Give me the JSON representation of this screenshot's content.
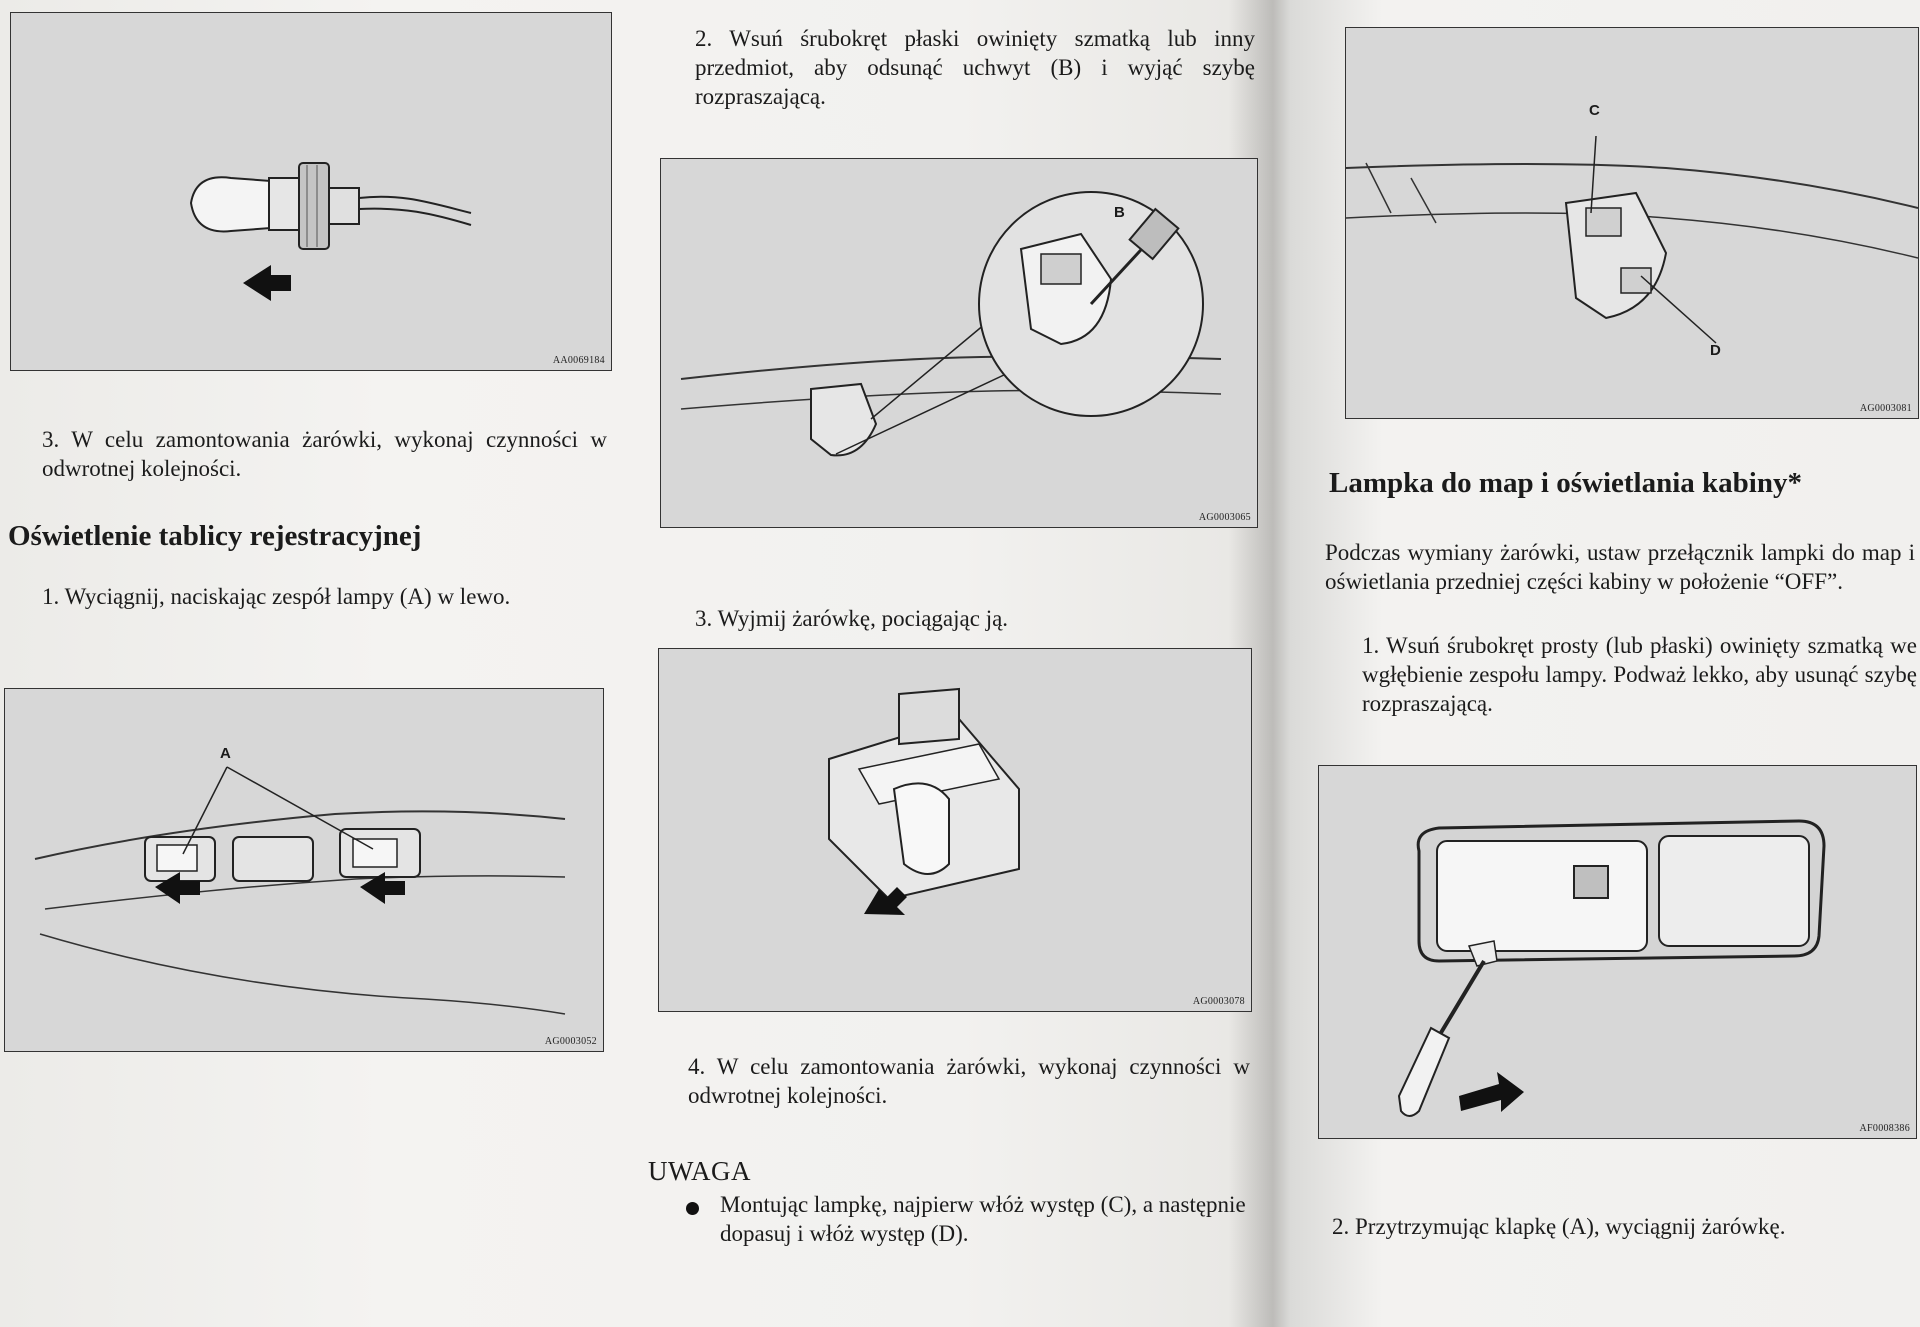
{
  "left_page": {
    "figure1_code": "AA0069184",
    "step3": "3. W celu zamontowania żarówki, wykonaj czynności w odwrotnej kolejności.",
    "heading": "Oświetlenie tablicy rejestracyjnej",
    "step1": "1. Wyciągnij, naciskając zespół lampy (A) w lewo.",
    "figure2_label": "A",
    "figure2_code": "AG0003052"
  },
  "middle_page": {
    "step2": "2. Wsuń śrubokręt płaski owinięty szmatką lub inny przedmiot, aby odsunąć uchwyt (B) i wyjąć szybę rozpraszającą.",
    "figure3_label": "B",
    "figure3_code": "AG0003065",
    "step3": "3. Wyjmij żarówkę, pociągając ją.",
    "figure4_code": "AG0003078",
    "step4": "4. W celu zamontowania żarówki, wykonaj czynności w odwrotnej kolejności.",
    "note_title": "UWAGA",
    "note_bullet": "Montując lampkę, najpierw włóż występ (C), a następnie dopasuj i włóż występ (D)."
  },
  "right_page": {
    "figure5_label_c": "C",
    "figure5_label_d": "D",
    "figure5_code": "AG0003081",
    "heading": "Lampka do map i oświetlania kabiny*",
    "intro": "Podczas wymiany żarówki, ustaw przełącznik lampki do map i oświetlania przedniej części kabiny w położenie “OFF”.",
    "step1": "1. Wsuń śrubokręt prosty (lub płaski) owinięty szmatką we wgłębienie zespołu lampy. Podważ lekko, aby usunąć szybę rozpraszającą.",
    "figure6_code": "AF0008386",
    "step2": "2. Przytrzymując klapkę (A), wyciągnij żarówkę."
  }
}
